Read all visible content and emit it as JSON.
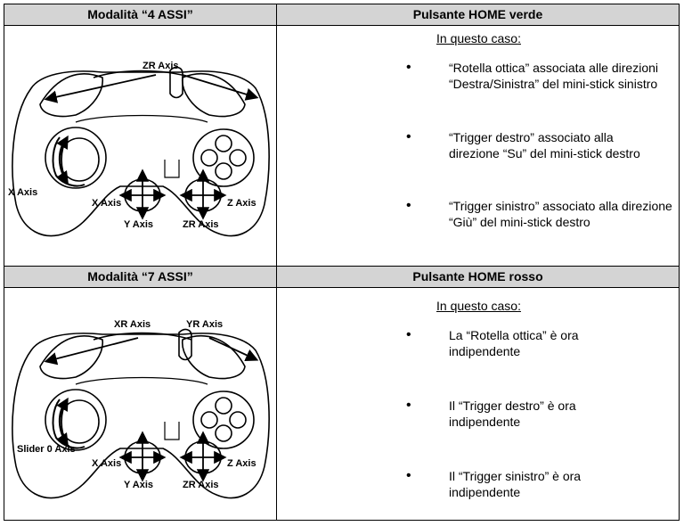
{
  "row1": {
    "left_header": "Modalità “4 ASSI”",
    "right_header": "Pulsante HOME verde",
    "intro": "In questo caso",
    "intro_colon": ":",
    "bullets": [
      "“Rotella ottica” associata alle direzioni “Destra/Sinistra” del mini-stick sinistro",
      "“Trigger destro” associato alla direzione “Su” del mini-stick destro",
      "“Trigger sinistro” associato alla direzione “Giù” del mini-stick destro"
    ],
    "labels": {
      "top": "ZR Axis",
      "wheel": "X Axis",
      "left_stick_x": "X Axis",
      "left_stick_y": "Y Axis",
      "right_stick_z": "Z Axis",
      "right_stick_zr": "ZR Axis"
    }
  },
  "row2": {
    "left_header": "Modalità “7 ASSI”",
    "right_header": "Pulsante HOME rosso",
    "intro": "In questo caso",
    "intro_colon": ":",
    "bullets": [
      "La “Rotella ottica” è ora indipendente",
      "Il “Trigger destro” è ora indipendente",
      "Il “Trigger sinistro” è ora indipendente"
    ],
    "labels": {
      "top_left": "XR Axis",
      "top_right": "YR Axis",
      "wheel": "Slider 0 Axis",
      "left_stick_x": "X Axis",
      "left_stick_y": "Y Axis",
      "right_stick_z": "Z Axis",
      "right_stick_zr": "ZR Axis"
    }
  },
  "bullet_symbol": "•"
}
